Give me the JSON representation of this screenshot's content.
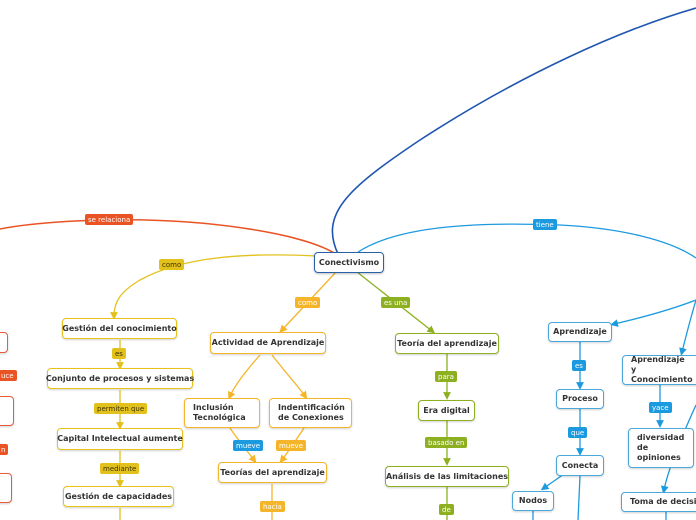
{
  "colors": {
    "root": "#2962a8",
    "dark_blue": "#1f56b0",
    "red": "#ea5425",
    "yellow": "#e3c11c",
    "orange": "#f5b52a",
    "green": "#8db020",
    "blue": "#1c9ae0"
  },
  "root": {
    "label": "Conectivismo"
  },
  "relations": {
    "se_relaciona": "se relaciona",
    "tiene": "tiene",
    "como_yellow": "como",
    "como_orange": "como",
    "es_una": "es una",
    "es_yellow": "es",
    "permiten_que": "permiten que",
    "mediante": "mediante",
    "mueve_blue": "mueve",
    "mueve_orange": "mueve",
    "hacia": "hacia",
    "para": "para",
    "basado_en": "basado en",
    "de": "de",
    "es_blue": "es",
    "que": "que",
    "yace": "yace",
    "uce_fragment": "uce",
    "n_fragment": "n"
  },
  "nodes": {
    "gestion_conocimiento": "Gestión del conocimiento",
    "conjunto_procesos": "Conjunto de procesos y sistemas",
    "capital_intelectual": "Capital Intelectual aumente",
    "gestion_capacidades": "Gestión de capacidades",
    "actividad_aprendizaje": "Actividad de Aprendizaje",
    "inclusion_tecnologica": "Inclusión Tecnológica",
    "identificacion_conexiones": "Indentificación de Conexiones",
    "teorias_aprendizaje": "Teorías del aprendizaje",
    "teoria_aprendizaje": "Teoría del aprendizaje",
    "era_digital": "Era digital",
    "analisis_limitaciones": "Análisis de las limitaciones",
    "aprendizaje": "Aprendizaje",
    "proceso": "Proceso",
    "conecta": "Conecta",
    "nodos": "Nodos",
    "aprendizaje_conocimiento": "Aprendizaje y Conocimiento",
    "diversidad_opiniones": "diversidad de opiniones",
    "toma_decisiones": "Toma de decisio"
  }
}
